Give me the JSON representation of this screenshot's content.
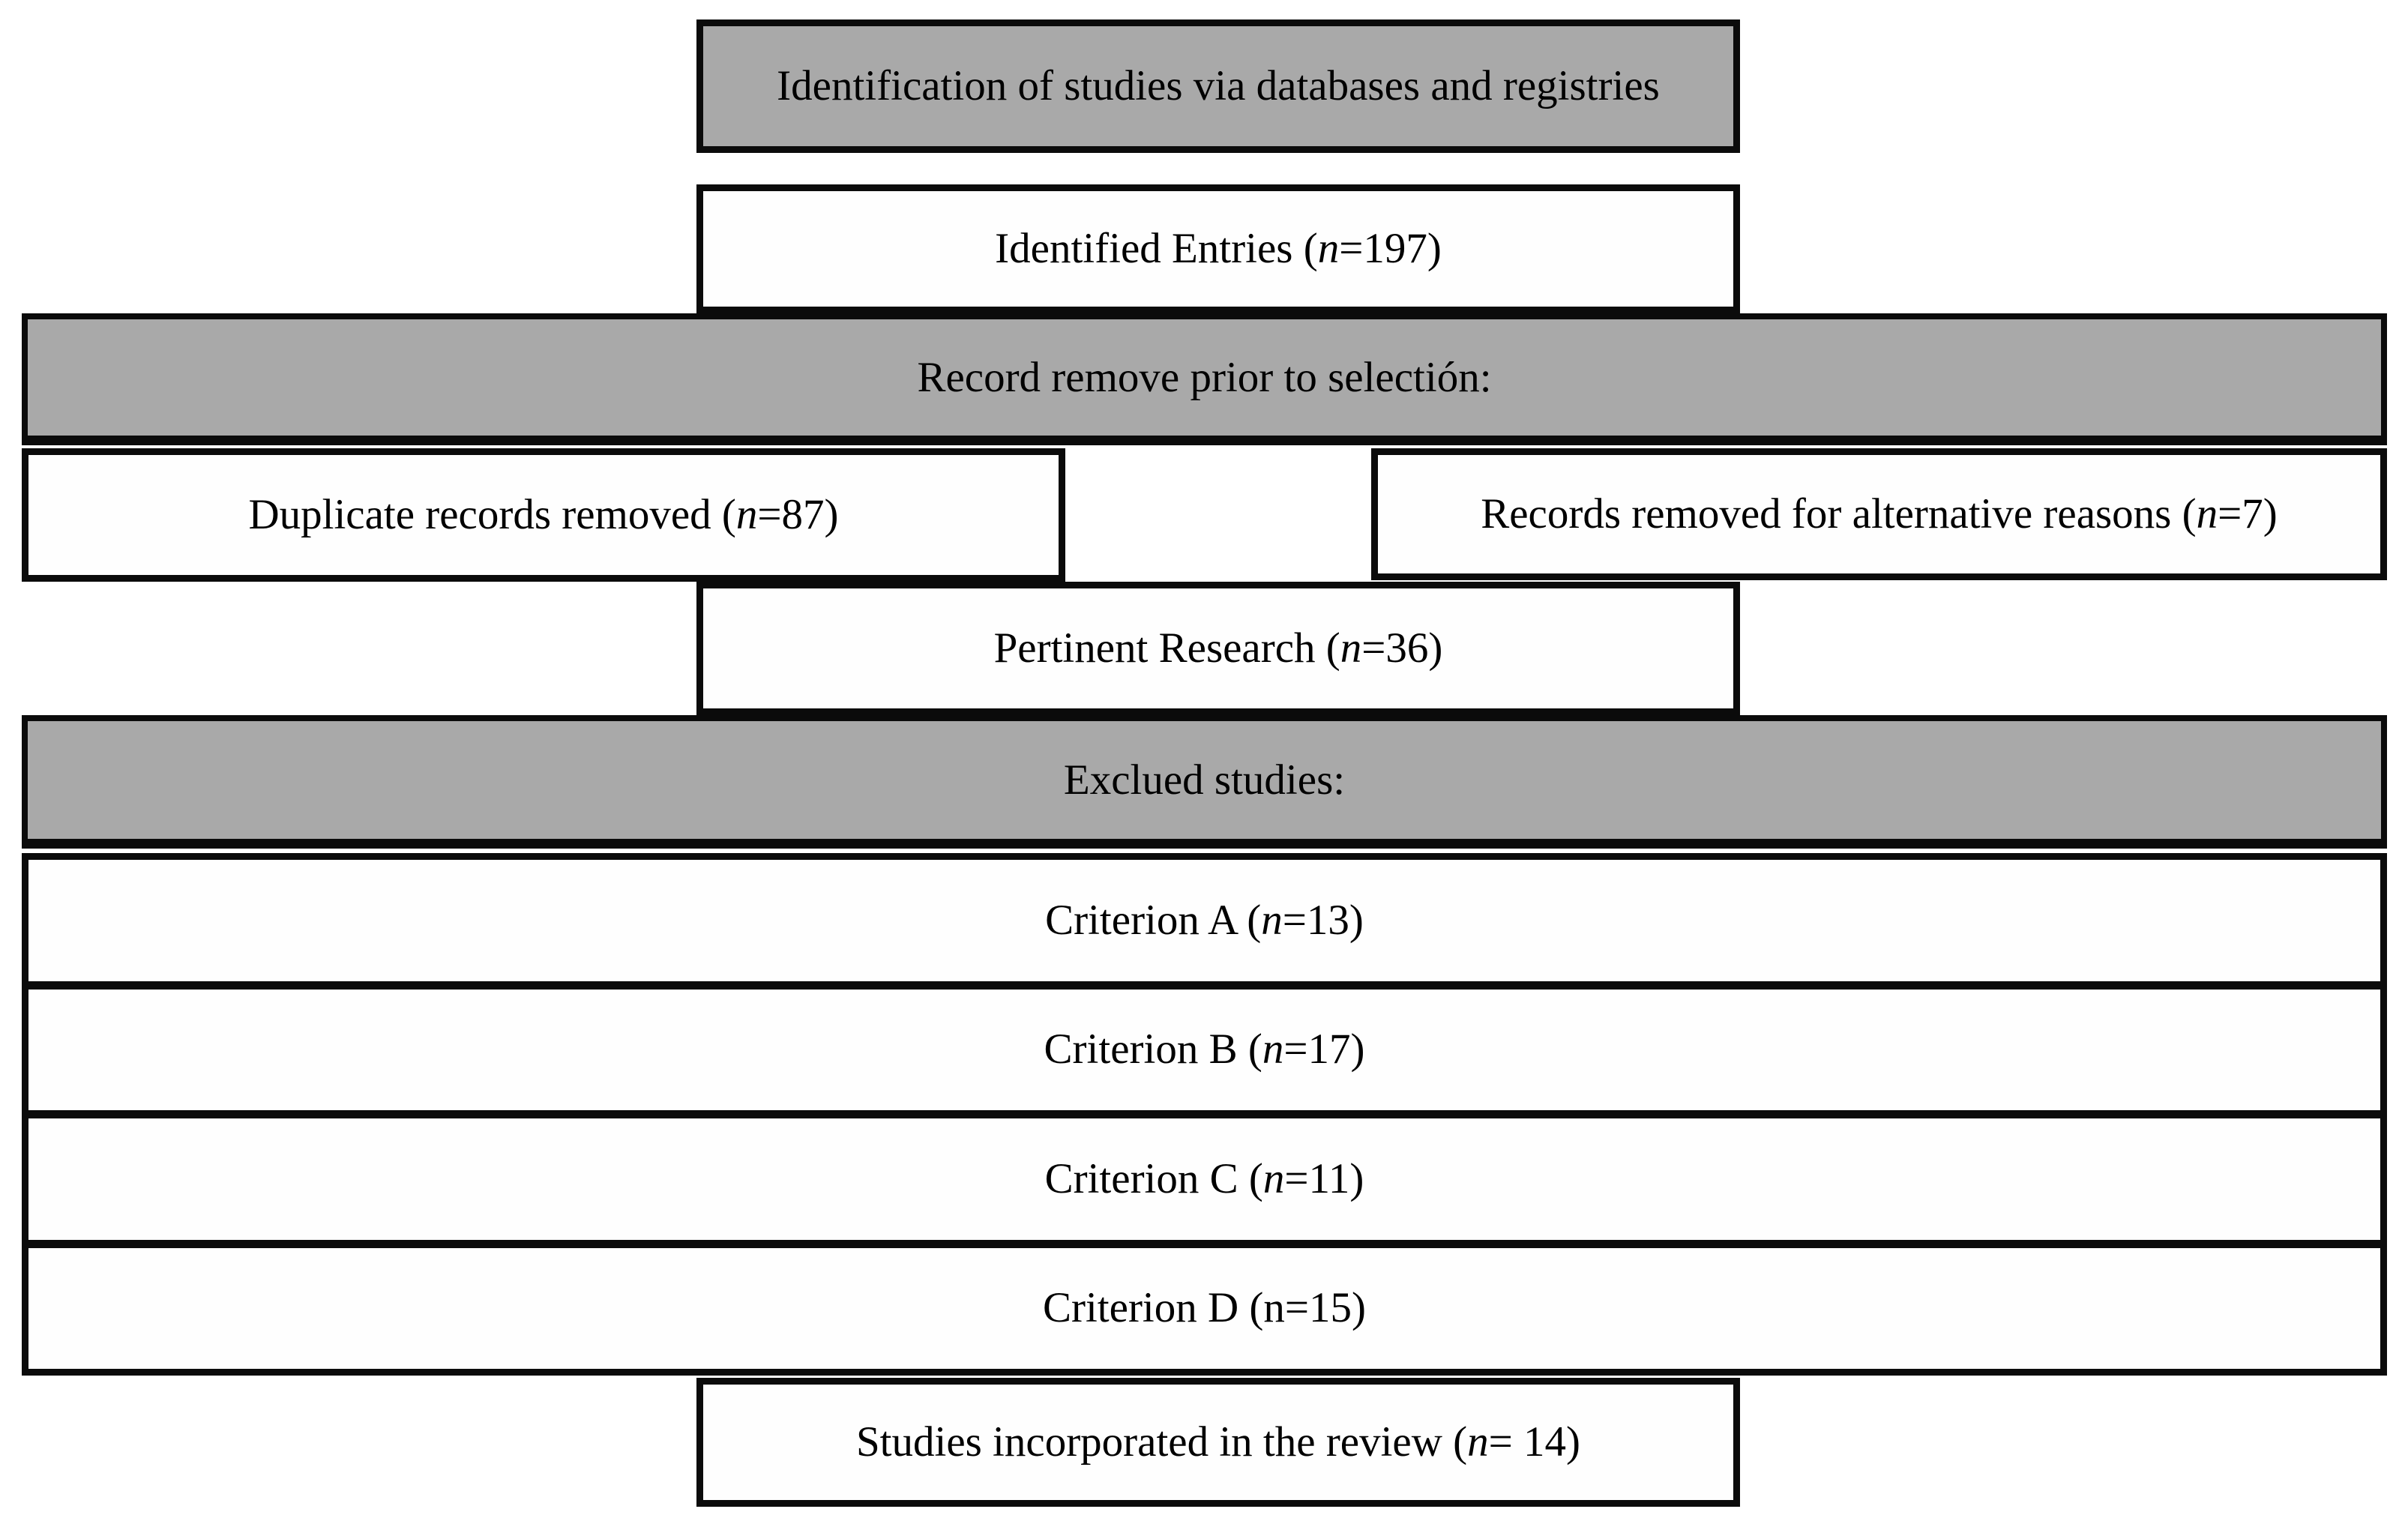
{
  "diagram": {
    "kind": "study-selection-flowchart",
    "colors": {
      "gray_fill": "#a9a9a9",
      "white_fill": "#fefefe",
      "border": "#0b0b0b",
      "text": "#000000"
    },
    "boxes": [
      {
        "name": "identification-header",
        "parts": [
          {
            "t": "Identification of studies via databases and registries"
          }
        ]
      },
      {
        "name": "identified-entries",
        "parts": [
          {
            "t": "Identified Entries ("
          },
          {
            "t": "n"
          },
          {
            "t": "=197)"
          }
        ]
      },
      {
        "name": "records-removed-header",
        "parts": [
          {
            "t": "Record remove prior to selectión:"
          }
        ]
      },
      {
        "name": "duplicate-records",
        "parts": [
          {
            "t": "Duplicate records removed ("
          },
          {
            "t": "n"
          },
          {
            "t": "=87)"
          }
        ]
      },
      {
        "name": "alternative-reasons",
        "parts": [
          {
            "t": "Records removed for alternative reasons ("
          },
          {
            "t": "n"
          },
          {
            "t": "=7)"
          }
        ]
      },
      {
        "name": "pertinent-research",
        "parts": [
          {
            "t": "Pertinent Research ("
          },
          {
            "t": "n"
          },
          {
            "t": "=36)"
          }
        ]
      },
      {
        "name": "excluded-studies-header",
        "parts": [
          {
            "t": "Exclued studies:"
          }
        ]
      },
      {
        "name": "criterion-a",
        "parts": [
          {
            "t": "Criterion A ("
          },
          {
            "t": "n"
          },
          {
            "t": "=13)"
          }
        ]
      },
      {
        "name": "criterion-b",
        "parts": [
          {
            "t": "Criterion B ("
          },
          {
            "t": "n"
          },
          {
            "t": "=17)"
          }
        ]
      },
      {
        "name": "criterion-c",
        "parts": [
          {
            "t": "Criterion C ("
          },
          {
            "t": "n"
          },
          {
            "t": "=11)"
          }
        ]
      },
      {
        "name": "criterion-d",
        "parts": [
          {
            "t": "Criterion D (n=15)"
          }
        ]
      },
      {
        "name": "studies-incorporated",
        "parts": [
          {
            "t": "Studies incorporated in the review ("
          },
          {
            "t": "n"
          },
          {
            "t": "= 14)"
          }
        ]
      }
    ]
  }
}
